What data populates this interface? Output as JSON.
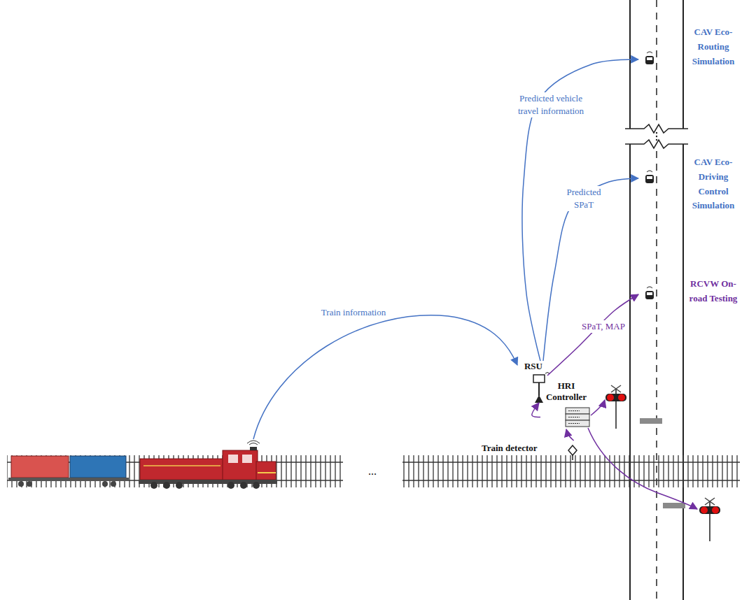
{
  "diagram": {
    "nodes": [
      {
        "text": [
          "CAV Eco-Routing Simulation"
        ]
      },
      {
        "text": [
          "CAV Eco-Driving Control Simulation"
        ]
      },
      {
        "text": [
          "RCVW On-road Testing"
        ]
      },
      {
        "text": [
          "RSU"
        ]
      },
      {
        "text": [
          "HRI Controller"
        ]
      },
      {
        "text": [
          "Train detector"
        ]
      }
    ],
    "edges": [
      {
        "from": 3,
        "to": 0,
        "arrow": "to",
        "label": "Predicted vehicle travel information"
      },
      {
        "from": 3,
        "to": 1,
        "arrow": "to",
        "label": "Predicted SPaT"
      },
      {
        "from": 3,
        "to": 2,
        "arrow": "to",
        "label": "SPaT, MAP"
      },
      {
        "from": 5,
        "to": 4,
        "arrow": "to"
      },
      {
        "from": 4,
        "to": 3,
        "arrow": "to"
      }
    ],
    "labels": [
      "Train information",
      "..."
    ]
  }
}
